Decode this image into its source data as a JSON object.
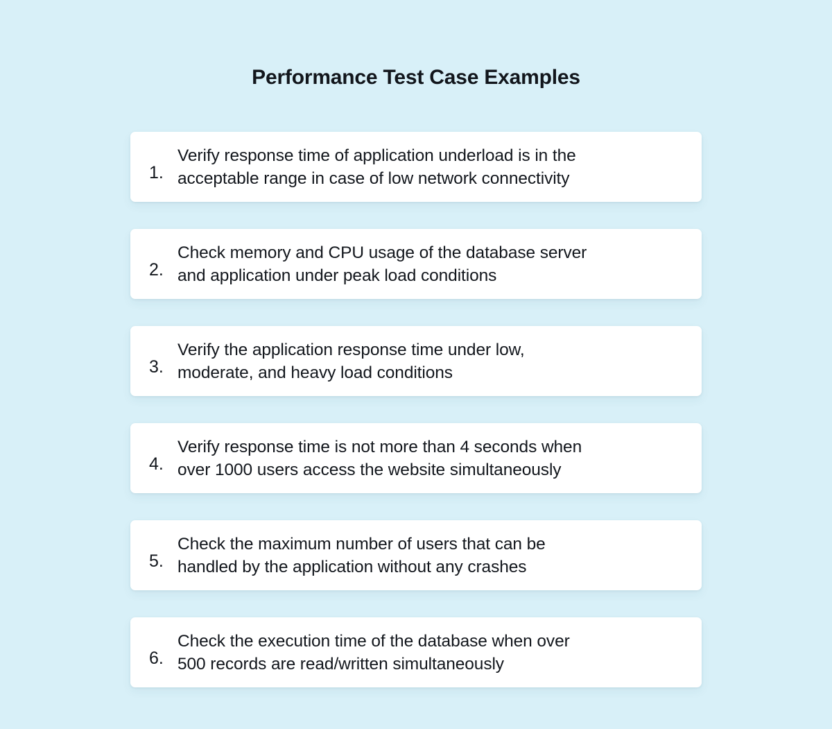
{
  "page": {
    "background_color": "#d8f0f8",
    "card_color": "#ffffff",
    "text_color": "#12161c"
  },
  "header": {
    "title": "Performance Test Case Examples"
  },
  "list": {
    "items": [
      {
        "number": "1.",
        "text": "Verify response time of application underload is in the\nacceptable range in case of low network connectivity"
      },
      {
        "number": "2.",
        "text": "Check memory and CPU usage of the database server\nand application under peak load conditions"
      },
      {
        "number": "3.",
        "text": "Verify the application response time under low,\nmoderate, and heavy load conditions"
      },
      {
        "number": "4.",
        "text": "Verify response time is not more than 4 seconds when\nover 1000 users access the website simultaneously"
      },
      {
        "number": "5.",
        "text": "Check the maximum number of users that can be\nhandled by the application without any crashes"
      },
      {
        "number": "6.",
        "text": "Check the execution time of the database when over\n500 records are read/written simultaneously"
      }
    ]
  }
}
